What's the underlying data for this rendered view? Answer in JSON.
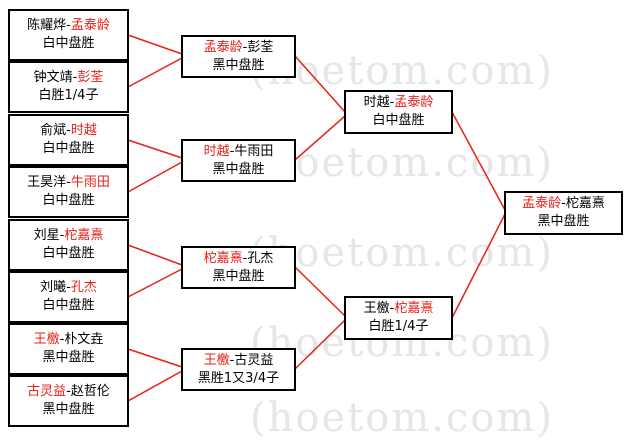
{
  "watermark": "(hoetom.com)",
  "colors": {
    "winner": "#e8201a",
    "line": "#e8201a",
    "border": "#000000"
  },
  "round1": [
    {
      "p1": "陈耀烨",
      "p2": "孟泰龄",
      "winner": 2,
      "result": "白中盘胜"
    },
    {
      "p1": "钟文靖",
      "p2": "彭荃",
      "winner": 2,
      "result": "白胜1/4子"
    },
    {
      "p1": "俞斌",
      "p2": "时越",
      "winner": 2,
      "result": "白中盘胜"
    },
    {
      "p1": "王昊洋",
      "p2": "牛雨田",
      "winner": 2,
      "result": "白中盘胜"
    },
    {
      "p1": "刘星",
      "p2": "柁嘉熹",
      "winner": 2,
      "result": "白中盘胜"
    },
    {
      "p1": "刘曦",
      "p2": "孔杰",
      "winner": 2,
      "result": "白中盘胜"
    },
    {
      "p1": "王檄",
      "p2": "朴文垚",
      "winner": 1,
      "result": "黑中盘胜"
    },
    {
      "p1": "古灵益",
      "p2": "赵哲伦",
      "winner": 1,
      "result": "黑中盘胜"
    }
  ],
  "round2": [
    {
      "p1": "孟泰龄",
      "p2": "彭荃",
      "winner": 1,
      "result": "黑中盘胜"
    },
    {
      "p1": "时越",
      "p2": "牛雨田",
      "winner": 1,
      "result": "黑中盘胜"
    },
    {
      "p1": "柁嘉熹",
      "p2": "孔杰",
      "winner": 1,
      "result": "黑中盘胜"
    },
    {
      "p1": "王檄",
      "p2": "古灵益",
      "winner": 1,
      "result": "黑胜1又3/4子"
    }
  ],
  "semis": [
    {
      "p1": "时越",
      "p2": "孟泰龄",
      "winner": 2,
      "result": "白中盘胜"
    },
    {
      "p1": "王檄",
      "p2": "柁嘉熹",
      "winner": 2,
      "result": "白胜1/4子"
    }
  ],
  "final": [
    {
      "p1": "孟泰龄",
      "p2": "柁嘉熹",
      "winner": 1,
      "result": "黑中盘胜"
    }
  ]
}
